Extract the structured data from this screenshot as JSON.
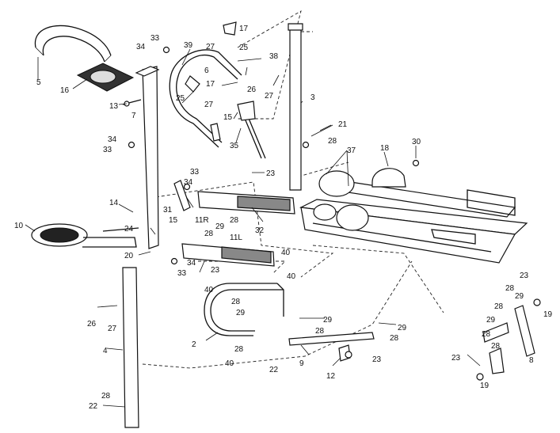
{
  "labels": [
    {
      "id": "l5",
      "text": "5"
    },
    {
      "id": "l16",
      "text": "16"
    },
    {
      "id": "l33a",
      "text": "33"
    },
    {
      "id": "l34a",
      "text": "34"
    },
    {
      "id": "l39",
      "text": "39"
    },
    {
      "id": "l27a",
      "text": "27"
    },
    {
      "id": "l25a",
      "text": "25"
    },
    {
      "id": "l17a",
      "text": "17"
    },
    {
      "id": "l6",
      "text": "6"
    },
    {
      "id": "l26a",
      "text": "26"
    },
    {
      "id": "l38",
      "text": "38"
    },
    {
      "id": "l27b",
      "text": "27"
    },
    {
      "id": "l3",
      "text": "3"
    },
    {
      "id": "l17b",
      "text": "17"
    },
    {
      "id": "l25b",
      "text": "25"
    },
    {
      "id": "l27c",
      "text": "27"
    },
    {
      "id": "l13",
      "text": "13"
    },
    {
      "id": "l7",
      "text": "7"
    },
    {
      "id": "l15a",
      "text": "15"
    },
    {
      "id": "l35",
      "text": "35"
    },
    {
      "id": "l21",
      "text": "21"
    },
    {
      "id": "l28a",
      "text": "28"
    },
    {
      "id": "l34b",
      "text": "34"
    },
    {
      "id": "l33b",
      "text": "33"
    },
    {
      "id": "l37",
      "text": "37"
    },
    {
      "id": "l18",
      "text": "18"
    },
    {
      "id": "l30",
      "text": "30"
    },
    {
      "id": "l33c",
      "text": "33"
    },
    {
      "id": "l34c",
      "text": "34"
    },
    {
      "id": "l23a",
      "text": "23"
    },
    {
      "id": "l14",
      "text": "14"
    },
    {
      "id": "l31",
      "text": "31"
    },
    {
      "id": "l11r",
      "text": "11R"
    },
    {
      "id": "l28b",
      "text": "28"
    },
    {
      "id": "l29a",
      "text": "29"
    },
    {
      "id": "l15b",
      "text": "15"
    },
    {
      "id": "l10",
      "text": "10"
    },
    {
      "id": "l24",
      "text": "24"
    },
    {
      "id": "l32",
      "text": "32"
    },
    {
      "id": "l28c",
      "text": "28"
    },
    {
      "id": "l11l",
      "text": "11L"
    },
    {
      "id": "l20",
      "text": "20"
    },
    {
      "id": "l34d",
      "text": "34"
    },
    {
      "id": "l33d",
      "text": "33"
    },
    {
      "id": "l23b",
      "text": "23"
    },
    {
      "id": "l40a",
      "text": "40"
    },
    {
      "id": "l40b",
      "text": "40"
    },
    {
      "id": "l40c",
      "text": "40"
    },
    {
      "id": "l28d",
      "text": "28"
    },
    {
      "id": "l29b",
      "text": "29"
    },
    {
      "id": "l26b",
      "text": "26"
    },
    {
      "id": "l27d",
      "text": "27"
    },
    {
      "id": "l4",
      "text": "4"
    },
    {
      "id": "l29c",
      "text": "29"
    },
    {
      "id": "l28e",
      "text": "28"
    },
    {
      "id": "l2",
      "text": "2"
    },
    {
      "id": "l28f",
      "text": "28"
    },
    {
      "id": "l40d",
      "text": "40"
    },
    {
      "id": "l29d",
      "text": "29"
    },
    {
      "id": "l28g",
      "text": "28"
    },
    {
      "id": "l29e",
      "text": "29"
    },
    {
      "id": "l28h",
      "text": "28"
    },
    {
      "id": "l9",
      "text": "9"
    },
    {
      "id": "l23c",
      "text": "23"
    },
    {
      "id": "l22a",
      "text": "22"
    },
    {
      "id": "l12",
      "text": "12"
    },
    {
      "id": "l23d",
      "text": "23"
    },
    {
      "id": "l28i",
      "text": "28"
    },
    {
      "id": "l29f",
      "text": "29"
    },
    {
      "id": "l28j",
      "text": "28"
    },
    {
      "id": "l19a",
      "text": "19"
    },
    {
      "id": "l28k",
      "text": "28"
    },
    {
      "id": "l8",
      "text": "8"
    },
    {
      "id": "l23e",
      "text": "23"
    },
    {
      "id": "l19b",
      "text": "19"
    },
    {
      "id": "l28l",
      "text": "28"
    },
    {
      "id": "l22b",
      "text": "22"
    }
  ]
}
